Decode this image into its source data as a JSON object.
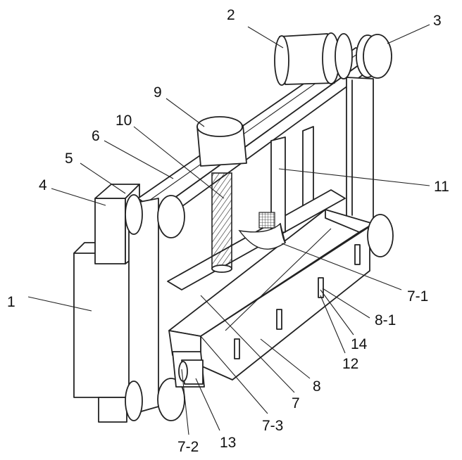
{
  "labels": {
    "l1": "1",
    "l2": "2",
    "l3": "3",
    "l4": "4",
    "l5": "5",
    "l6": "6",
    "l7": "7",
    "l7_1": "7-1",
    "l7_2": "7-2",
    "l7_3": "7-3",
    "l8": "8",
    "l8_1": "8-1",
    "l9": "9",
    "l10": "10",
    "l11": "11",
    "l12": "12",
    "l13": "13",
    "l14": "14"
  },
  "colors": {
    "stroke": "#222222",
    "fill": "#ffffff"
  }
}
